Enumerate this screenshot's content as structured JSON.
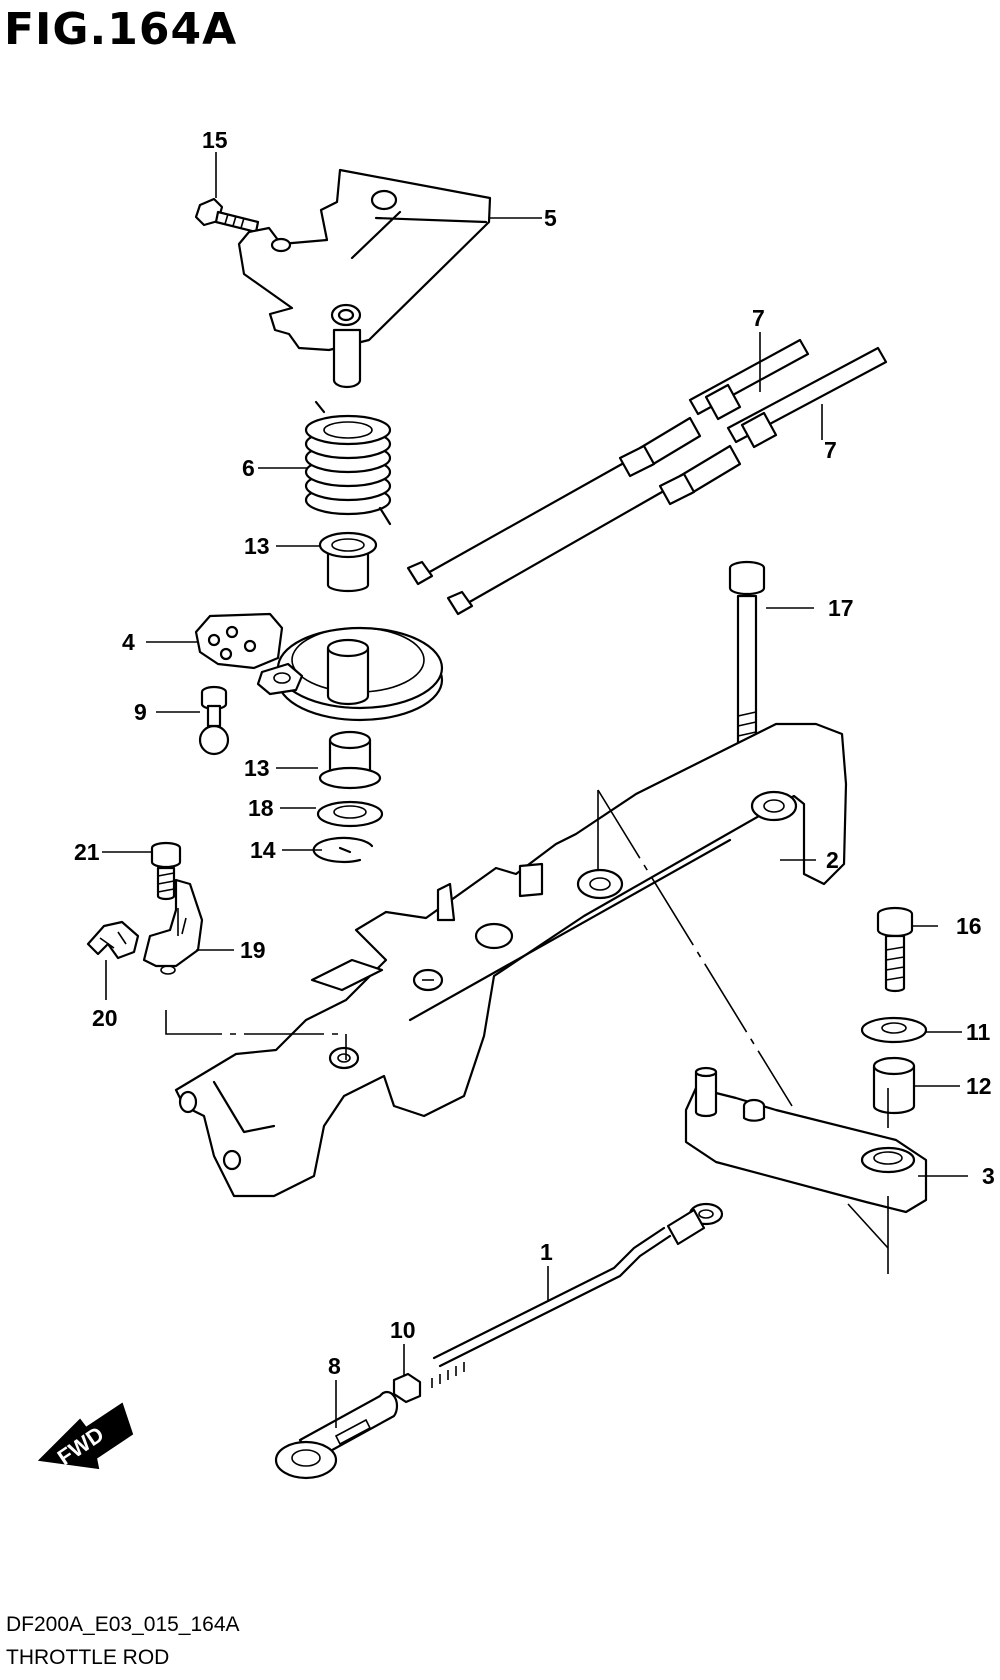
{
  "figure": {
    "title": "FIG.164A"
  },
  "footer": {
    "code": "DF200A_E03_015_164A",
    "name": "THROTTLE ROD"
  },
  "fwd_label": "FWD",
  "callouts": {
    "c1": "1",
    "c2": "2",
    "c3": "3",
    "c4": "4",
    "c5": "5",
    "c6": "6",
    "c7a": "7",
    "c7b": "7",
    "c8": "8",
    "c9": "9",
    "c10": "10",
    "c11": "11",
    "c12": "12",
    "c13a": "13",
    "c13b": "13",
    "c14": "14",
    "c15": "15",
    "c16": "16",
    "c17": "17",
    "c18": "18",
    "c19": "19",
    "c20": "20",
    "c21": "21"
  }
}
